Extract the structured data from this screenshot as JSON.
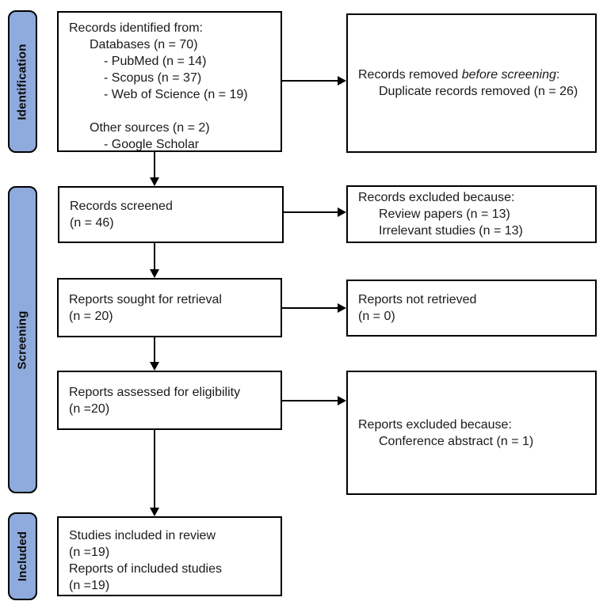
{
  "palette": {
    "stage_fill": "#8FAADC",
    "box_border": "#000000",
    "arrow_color": "#000000",
    "background": "#FFFFFF"
  },
  "stages": [
    {
      "label": "Identification"
    },
    {
      "label": "Screening"
    },
    {
      "label": "Included"
    }
  ],
  "boxes": {
    "records_identified": [
      "Records identified from:",
      "Databases (n = 70)",
      "- PubMed (n = 14)",
      "- Scopus (n = 37)",
      "- Web of Science (n = 19)",
      "",
      "Other sources (n = 2)",
      "- Google Scholar"
    ],
    "records_removed": {
      "prefix": "Records removed ",
      "emphasis": "before screening",
      "suffix": ":",
      "detail": "Duplicate records removed (n = 26)"
    },
    "records_screened": [
      "Records screened",
      "(n = 46)"
    ],
    "records_excluded": [
      "Records excluded because:",
      "Review papers (n = 13)",
      "Irrelevant studies (n = 13)"
    ],
    "reports_sought": [
      "Reports sought for retrieval",
      "(n = 20)"
    ],
    "reports_not_retrieved": [
      "Reports not retrieved",
      "(n = 0)"
    ],
    "reports_assessed": [
      "Reports assessed for eligibility",
      "(n =20)"
    ],
    "reports_excluded": [
      "Reports excluded because:",
      "Conference abstract (n = 1)"
    ],
    "studies_included": [
      "Studies included in review",
      "(n =19)",
      "Reports of included studies",
      "(n =19)"
    ]
  }
}
